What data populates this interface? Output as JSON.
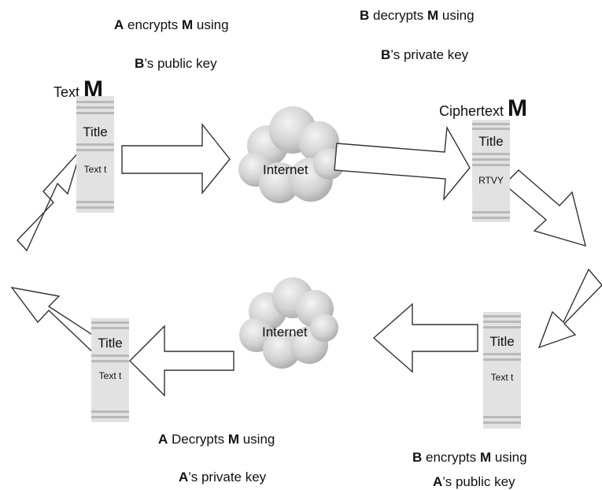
{
  "captions": {
    "a_encrypts": {
      "actor": "A",
      "verb": " encrypts ",
      "obj": "M",
      "tail": " using"
    },
    "a_encrypts_key": {
      "actor": "B",
      "tail": "’s public key"
    },
    "b_decrypts": {
      "actor": "B",
      "verb": " decrypts ",
      "obj": "M",
      "tail": " using"
    },
    "b_decrypts_key": {
      "actor": "B",
      "tail": "’s private key"
    },
    "b_encrypts": {
      "actor": "B",
      "verb": " encrypts ",
      "obj": "M",
      "tail": " using"
    },
    "b_encrypts_key": {
      "actor": "A",
      "tail": "’s public key"
    },
    "a_decrypts": {
      "actor": "A",
      "verb": " Decrypts ",
      "obj": "M",
      "tail": " using"
    },
    "a_decrypts_key": {
      "actor": "A",
      "tail": "’s private key"
    }
  },
  "docs": {
    "top_left": {
      "heading": "Text ",
      "heading_bold": "M",
      "title": "Title",
      "body": "Text t"
    },
    "top_right": {
      "heading": "Ciphertext ",
      "heading_bold": "M",
      "title": "Title",
      "body": "RTVY"
    },
    "bottom_right": {
      "title": "Title",
      "body": "Text t"
    },
    "bottom_left": {
      "title": "Title",
      "body": "Text t"
    }
  },
  "clouds": {
    "top": "Internet",
    "bottom": "Internet"
  },
  "colors": {
    "arrow_fill": "#ffffff",
    "arrow_stroke": "#333333",
    "doc_fill": "#e2e2e2",
    "doc_bar": "#b9b9b9",
    "cloud_fill": "#d6d6d6"
  }
}
